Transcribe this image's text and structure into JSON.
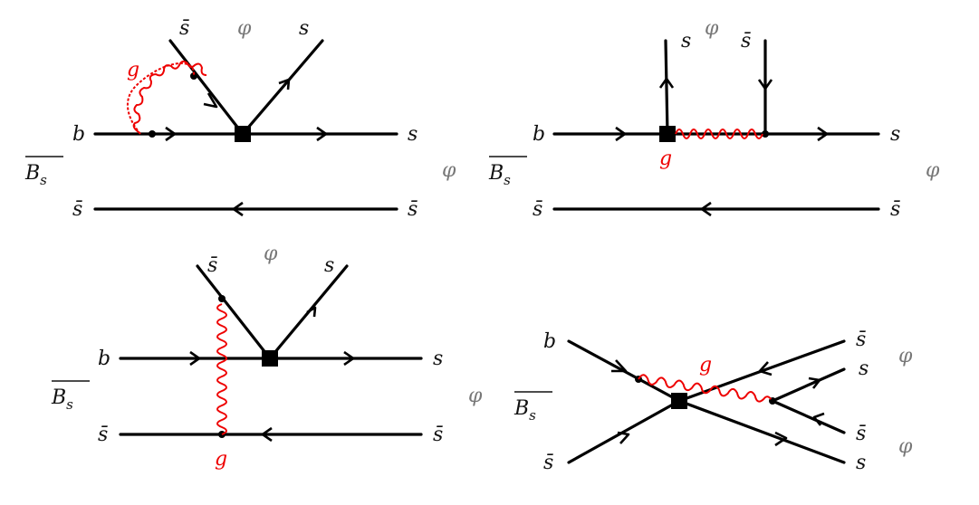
{
  "colors": {
    "quark": "#000000",
    "gluon": "#e00000",
    "phi_label": "#777777"
  },
  "diagrams": [
    {
      "id": "top-left",
      "labels": {
        "b": "b",
        "bs": "B",
        "bs_sub": "s",
        "sbar_bottom": "s̄",
        "s_right": "s",
        "sbar_right": "s̄",
        "phi_top": "φ",
        "phi_right": "φ",
        "s_top_left": "s̄",
        "s_top_right": "s",
        "g": "g"
      }
    },
    {
      "id": "top-right",
      "labels": {
        "b": "b",
        "bs": "B",
        "bs_sub": "s",
        "sbar_bottom": "s̄",
        "s_right": "s",
        "sbar_right": "s̄",
        "phi_top": "φ",
        "phi_right": "φ",
        "s_top_left": "s",
        "s_top_right": "s̄",
        "g": "g"
      }
    },
    {
      "id": "bottom-left",
      "labels": {
        "b": "b",
        "bs": "B",
        "bs_sub": "s",
        "sbar_bottom": "s̄",
        "s_right": "s",
        "sbar_right": "s̄",
        "phi_top": "φ",
        "phi_right": "φ",
        "s_top_left": "s̄",
        "s_top_right": "s",
        "g": "g"
      }
    },
    {
      "id": "bottom-right",
      "labels": {
        "b": "b",
        "bs": "B",
        "bs_sub": "s",
        "sbar_bottom": "s̄",
        "s1": "s̄",
        "s2": "s",
        "s3": "s̄",
        "s4": "s",
        "phi_top": "φ",
        "phi_bottom": "φ",
        "g": "g"
      }
    }
  ]
}
